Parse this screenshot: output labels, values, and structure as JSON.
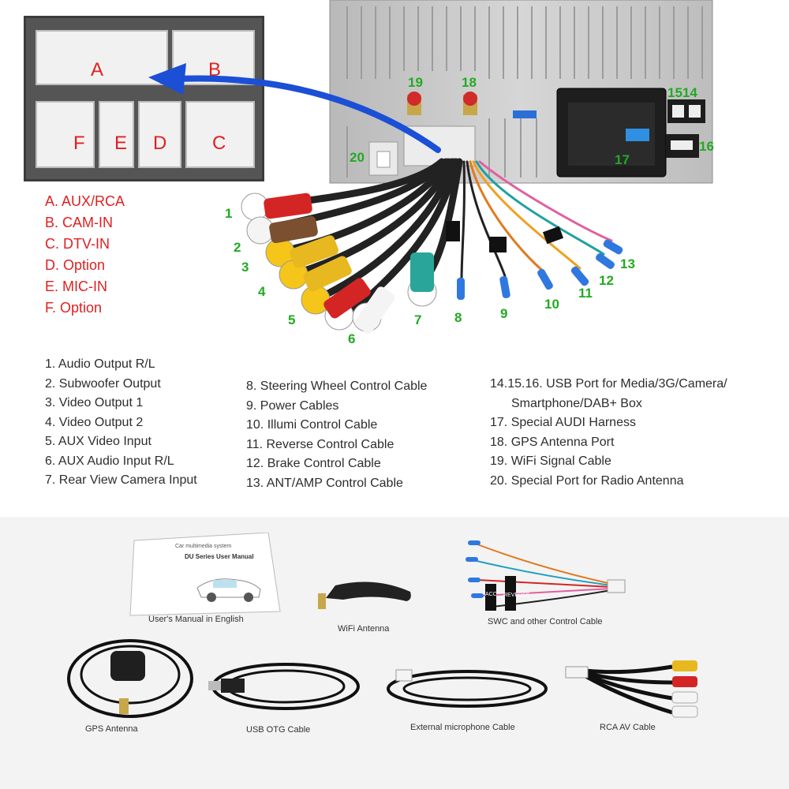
{
  "connector_letters": [
    "A",
    "B",
    "F",
    "E",
    "D",
    "C"
  ],
  "connector_legend": [
    "A. AUX/RCA",
    "B. CAM-IN",
    "C. DTV-IN",
    "D. Option",
    "E. MIC-IN",
    "F. Option"
  ],
  "cable_numbers": [
    "1",
    "2",
    "3",
    "4",
    "5",
    "6",
    "7",
    "8",
    "9",
    "10",
    "11",
    "12",
    "13"
  ],
  "port_numbers": {
    "p19": "19",
    "p18": "18",
    "p1514": "1514",
    "p16": "16",
    "p17": "17",
    "p20": "20"
  },
  "list_col1": [
    "1. Audio Output R/L",
    "2. Subwoofer Output",
    "3. Video Output 1",
    "4. Video Output 2",
    "5. AUX Video Input",
    "6. AUX Audio Input R/L",
    "7. Rear View Camera Input"
  ],
  "list_col2": [
    "8. Steering Wheel Control Cable",
    "9. Power Cables",
    "10. Illumi Control Cable",
    "11. Reverse Control Cable",
    "12. Brake Control Cable",
    "13. ANT/AMP Control Cable"
  ],
  "list_col3": [
    "14.15.16. USB Port for Media/3G/Camera/",
    "Smartphone/DAB+ Box",
    "17. Special AUDI Harness",
    "18. GPS Antenna Port",
    "19. WiFi Signal Cable",
    "20. Special Port for Radio Antenna"
  ],
  "manual": {
    "small_title": "Car multimedia system",
    "series": "DU Series User Manual"
  },
  "captions": {
    "manual": "User's Manual in English",
    "wifi": "WiFi Antenna",
    "swc": "SWC and other Control Cable",
    "gps": "GPS Antenna",
    "otg": "USB OTG Cable",
    "mic": "External microphone Cable",
    "rca": "RCA AV Cable"
  },
  "swc_tags": {
    "acc": "ACC",
    "reverse": "REVERSE"
  },
  "colors": {
    "red_label": "#e02020",
    "green_label": "#22aa22",
    "arrow": "#1a4fd6"
  }
}
